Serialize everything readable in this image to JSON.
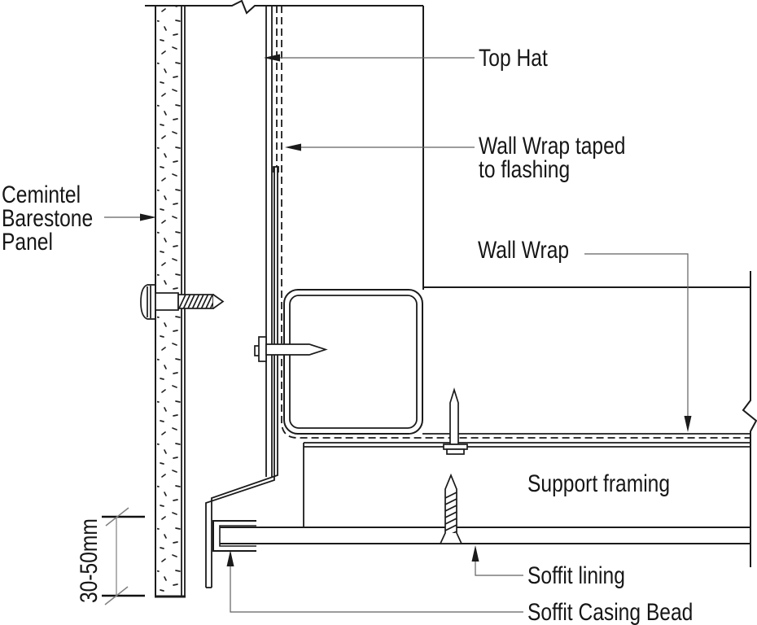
{
  "drawing": {
    "labels": {
      "panel": "Cemintel\nBarestone\nPanel",
      "top_hat": "Top Hat",
      "wall_wrap_taped": "Wall Wrap taped\nto flashing",
      "wall_wrap": "Wall Wrap",
      "support_framing": "Support framing",
      "soffit_lining": "Soffit lining",
      "soffit_casing_bead": "Soffit Casing Bead"
    },
    "dimensions": {
      "soffit_gap": "30-50mm"
    },
    "colors": {
      "line": "#1b1b1b",
      "leader": "#606060",
      "background": "#ffffff"
    }
  }
}
